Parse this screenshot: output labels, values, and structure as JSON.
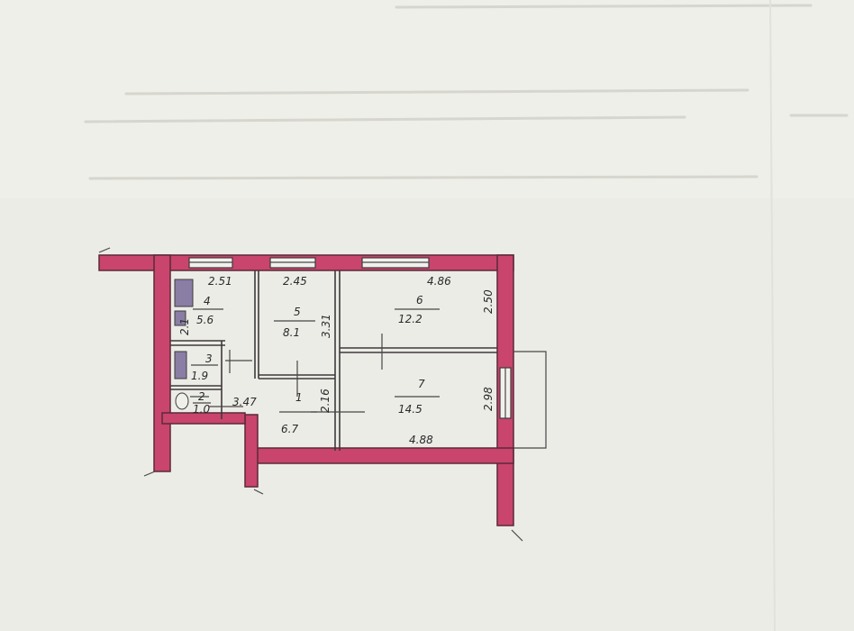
{
  "rooms": [
    {
      "number": "1",
      "area": "6.7"
    },
    {
      "number": "2",
      "area": "1.0"
    },
    {
      "number": "3",
      "area": "1.9"
    },
    {
      "number": "4",
      "area": "5.6"
    },
    {
      "number": "5",
      "area": "8.1"
    },
    {
      "number": "6",
      "area": "12.2"
    },
    {
      "number": "7",
      "area": "14.5"
    }
  ],
  "dimensions": {
    "room4_width": "2.51",
    "room5_width": "2.45",
    "room6_width": "4.86",
    "room6_depth": "2.50",
    "room5_depth": "3.31",
    "room7_depth": "2.98",
    "room7_width": "4.88",
    "hall_length": "3.47",
    "hall_depth": "2.16",
    "room4_side": "2.1"
  },
  "colors": {
    "paper": "#ecece6",
    "wall": "#c9456d",
    "ink": "#2b2a2c",
    "fixture": "#8a7ea5"
  }
}
